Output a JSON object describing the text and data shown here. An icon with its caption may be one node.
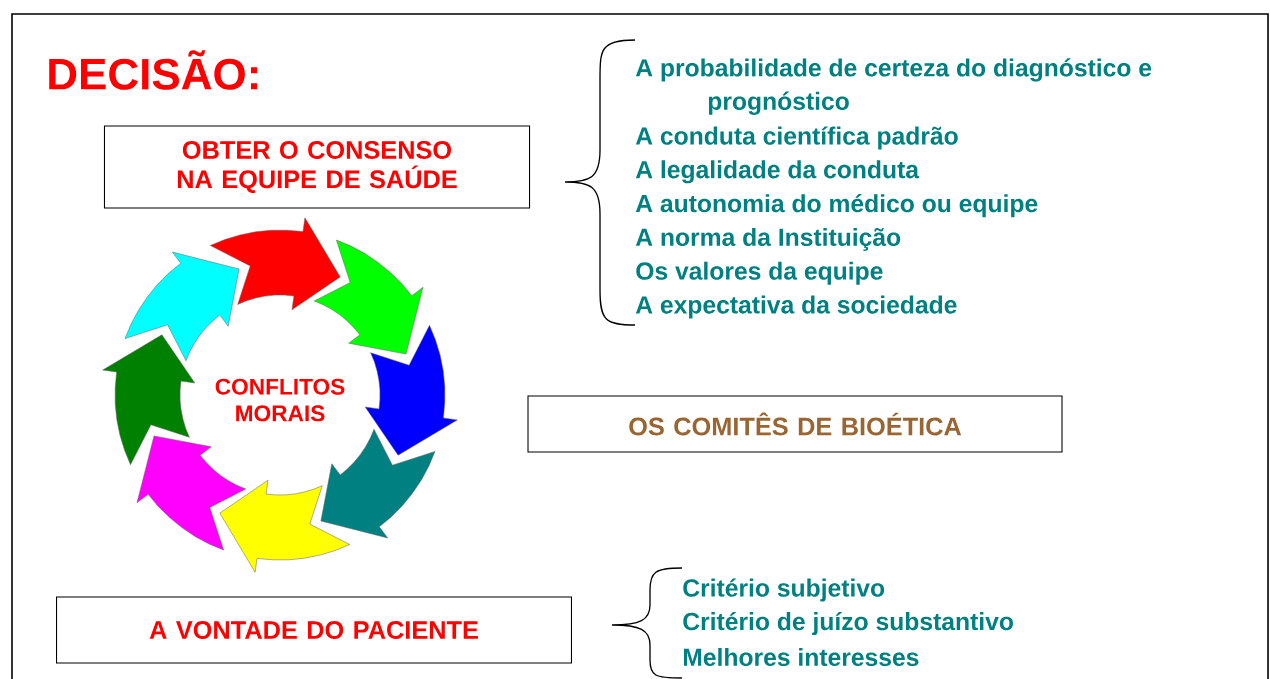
{
  "diagram": {
    "title": "DECISÃO:",
    "nodes": [
      {
        "text": [
          "OBTER O CONSENSO NA EQUIPE DE SAÚDE"
        ]
      },
      {
        "text": [
          "CONFLITOS MORAIS"
        ]
      },
      {
        "text": [
          "OS COMITÊS DE BIOÉTICA"
        ]
      },
      {
        "text": [
          "A VONTADE DO PACIENTE"
        ]
      }
    ],
    "labels": [
      "A probabilidade de certeza do diagnóstico e prognóstico",
      "A conduta científica padrão",
      "A legalidade da conduta",
      "A autonomia do médico ou equipe",
      "A norma da Instituição",
      "Os valores da equipe",
      "A expectativa da sociedade",
      "Critério subjetivo",
      "Critério de juízo substantivo",
      "Melhores interesses"
    ]
  }
}
